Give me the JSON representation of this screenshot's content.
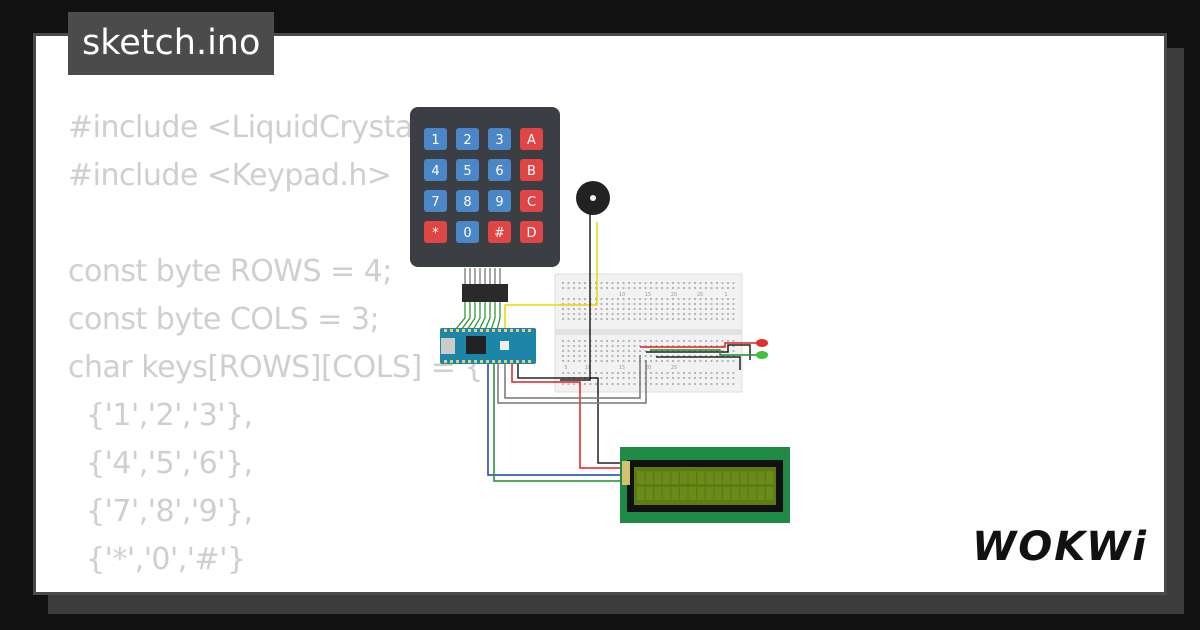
{
  "file_tab": {
    "label": "sketch.ino"
  },
  "code_lines": [
    "#include <LiquidCrystal_I2C.h>",
    "#include <Keypad.h>",
    "",
    "const byte ROWS = 4;",
    "const byte COLS = 3;",
    "char keys[ROWS][COLS] = {",
    "  {'1','2','3'},",
    "  {'4','5','6'},",
    "  {'7','8','9'},",
    "  {'*','0','#'}",
    "};"
  ],
  "keypad": {
    "keys": [
      [
        "1",
        "2",
        "3",
        "A"
      ],
      [
        "4",
        "5",
        "6",
        "B"
      ],
      [
        "7",
        "8",
        "9",
        "C"
      ],
      [
        "*",
        "0",
        "#",
        "D"
      ]
    ],
    "colors": {
      "body": "#3b3f44",
      "digit": "#4a86c8",
      "letter": "#e04545"
    }
  },
  "breadboard_numbers": [
    "10",
    "15",
    "20",
    "25",
    "1",
    "5",
    "10",
    "15",
    "20",
    "25"
  ],
  "colors": {
    "lcd_board": "#1f8a45",
    "lcd_screen": "#5d7a13",
    "arduino": "#1d85a8",
    "led_red": "#e03030",
    "led_green": "#3cc23c",
    "wire_red": "#e02020",
    "wire_black": "#222222",
    "wire_yellow": "#e8d800",
    "wire_blue": "#1c3fb0",
    "wire_green": "#1e8f2a",
    "wire_gray": "#777777"
  },
  "logo": {
    "text": "WOKWi"
  }
}
